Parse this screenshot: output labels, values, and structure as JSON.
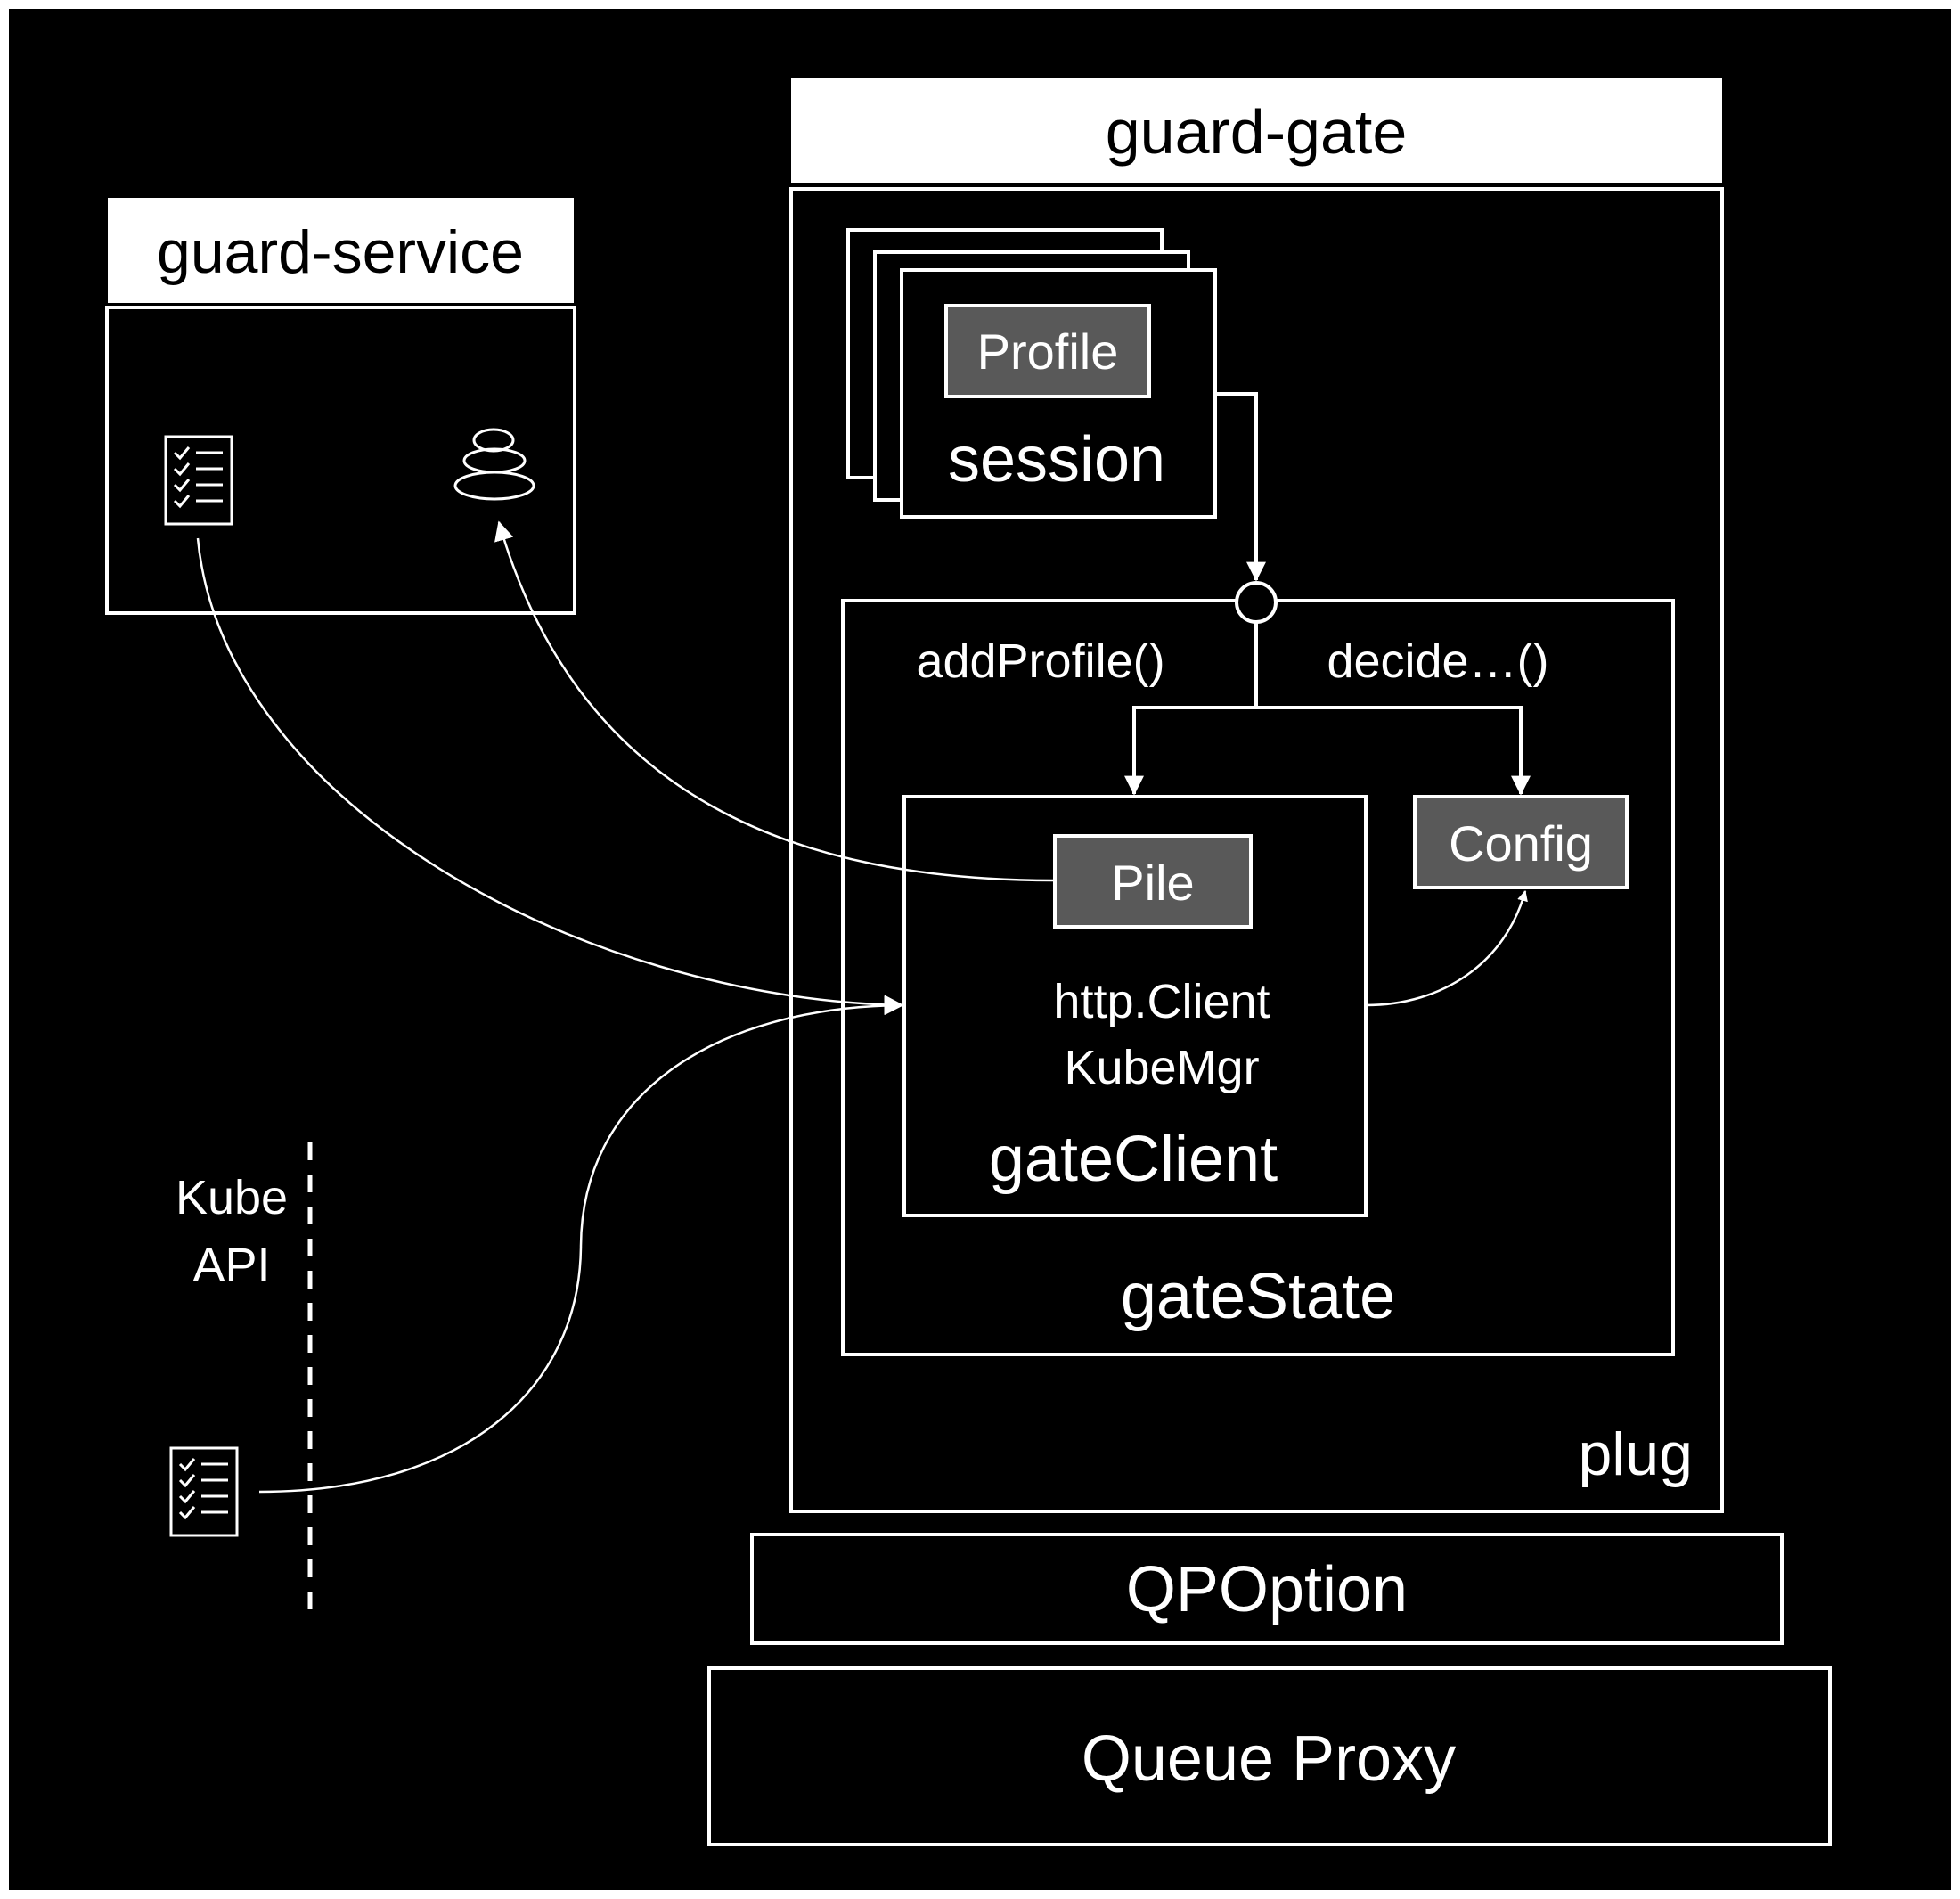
{
  "guard_service": {
    "title": "guard-service"
  },
  "guard_gate": {
    "title": "guard-gate"
  },
  "session": {
    "profile_label": "Profile",
    "label": "session"
  },
  "gate_state": {
    "label": "gateState",
    "add_profile_label": "addProfile()",
    "decide_label": "decide…()"
  },
  "gate_client": {
    "label": "gateClient",
    "pile_label": "Pile",
    "http_client_label": "http.Client",
    "kube_mgr_label": "KubeMgr"
  },
  "config": {
    "label": "Config"
  },
  "plug": {
    "label": "plug"
  },
  "qpoption": {
    "label": "QPOption"
  },
  "queue_proxy": {
    "label": "Queue Proxy"
  },
  "kube_api": {
    "line1": "Kube",
    "line2": "API"
  },
  "colors": {
    "background": "#000000",
    "line": "#ffffff",
    "text": "#ffffff",
    "title_bar": "#ffffff",
    "title_text": "#000000",
    "component_fill": "#595959"
  },
  "icons": {
    "checklist": "checklist-icon",
    "storage": "stacked-stones-icon"
  }
}
